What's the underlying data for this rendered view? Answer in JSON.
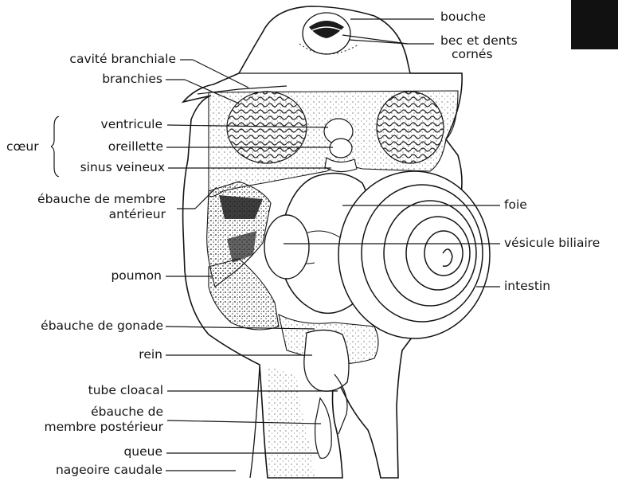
{
  "labels": {
    "bouche": "bouche",
    "bec_line1": "bec et dents",
    "bec_line2": "cornés",
    "cavite_branchiale": "cavité branchiale",
    "branchies": "branchies",
    "coeur": "cœur",
    "ventricule": "ventricule",
    "oreillette": "oreillette",
    "sinus_veineux": "sinus veineux",
    "ebauche_anterieur_line1": "ébauche de membre",
    "ebauche_anterieur_line2": "antérieur",
    "poumon": "poumon",
    "ebauche_gonade": "ébauche de gonade",
    "rein": "rein",
    "tube_cloacal": "tube cloacal",
    "ebauche_posterieur_line1": "ébauche de",
    "ebauche_posterieur_line2": "membre postérieur",
    "queue": "queue",
    "nageoire_caudale": "nageoire caudale",
    "foie": "foie",
    "vesicule_biliaire": "vésicule biliaire",
    "intestin": "intestin"
  },
  "colors": {
    "line": "#141414",
    "stipple": "#2a2a2a",
    "corner_tab": "#111111"
  }
}
